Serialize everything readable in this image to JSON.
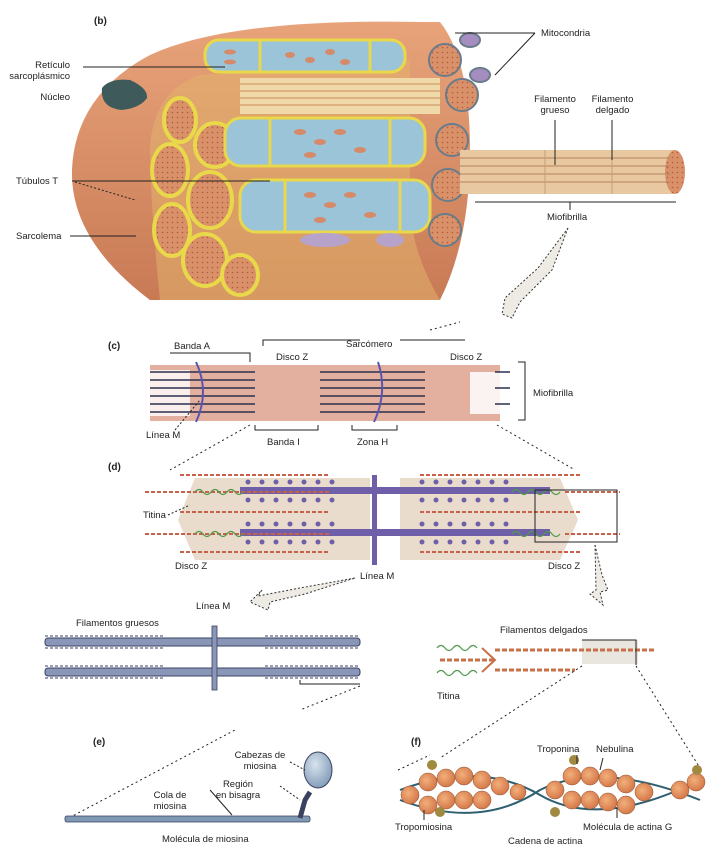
{
  "figure": {
    "title": "Estructura del músculo esquelético",
    "panels": {
      "b": {
        "tag": "(b)",
        "labels": {
          "reticulo": "Retículo\nsarcoplásmico",
          "nucleo": "Núcleo",
          "tubulos": "Túbulos T",
          "sarcolema": "Sarcolema",
          "mitocondria": "Mitocondria",
          "filamento_grueso": "Filamento\ngrueso",
          "filamento_delgado": "Filamento\ndelgado",
          "miofibrilla": "Miofibrilla"
        }
      },
      "c": {
        "tag": "(c)",
        "labels": {
          "banda_a": "Banda A",
          "disco_z_1": "Disco Z",
          "sarcomero": "Sarcómero",
          "disco_z_2": "Disco Z",
          "miofibrilla": "Miofibrilla",
          "linea_m": "Línea M",
          "banda_i": "Banda I",
          "zona_h": "Zona H"
        }
      },
      "d": {
        "tag": "(d)",
        "labels": {
          "titina": "Titina",
          "disco_z_1": "Disco Z",
          "linea_m": "Línea M",
          "disco_z_2": "Disco Z"
        }
      },
      "thick": {
        "labels": {
          "linea_m": "Línea M",
          "filamentos_gruesos": "Filamentos gruesos"
        }
      },
      "thin": {
        "labels": {
          "filamentos_delgados": "Filamentos delgados",
          "titina": "Titina"
        }
      },
      "e": {
        "tag": "(e)",
        "labels": {
          "cabezas": "Cabezas de\nmiosina",
          "bisagra": "Región\nen bisagra",
          "cola": "Cola de\nmiosina",
          "molecula": "Molécula de miosina"
        }
      },
      "f": {
        "tag": "(f)",
        "labels": {
          "troponina": "Troponina",
          "nebulina": "Nebulina",
          "tropomiosina": "Tropomiosina",
          "actina_g": "Molécula de actina G",
          "cadena": "Cadena de actina"
        }
      }
    },
    "colors": {
      "muscle": "#d9916a",
      "muscle_light": "#e8b48e",
      "tubule_yellow": "#e8d84a",
      "reticulum_blue": "#9cc4d8",
      "myofibril_pink": "#e3b0a0",
      "thick_purple": "#6e5fa8",
      "thin_red": "#c8604a",
      "titin_green": "#4f9a4a",
      "actin_orange": "#e59a5c",
      "arrow_fill": "#eeeae4"
    }
  }
}
